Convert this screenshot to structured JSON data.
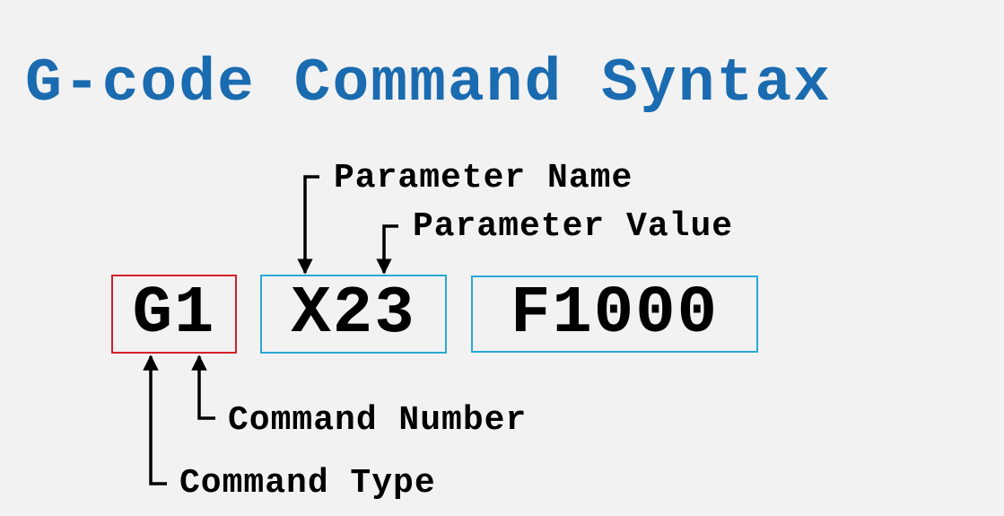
{
  "title": "G-code Command Syntax",
  "colors": {
    "title": "#1a6bb0",
    "command_box_border": "#d42027",
    "parameter_box_border": "#29a8d8",
    "background": "#f2f2f2",
    "text": "#000000"
  },
  "segments": [
    {
      "text": "G1",
      "role": "command",
      "border": "red"
    },
    {
      "text": "X23",
      "role": "parameter",
      "border": "blue"
    },
    {
      "text": "F1000",
      "role": "parameter",
      "border": "blue"
    }
  ],
  "annotations": {
    "parameter_name": "Parameter Name",
    "parameter_value": "Parameter Value",
    "command_number": "Command Number",
    "command_type": "Command Type"
  }
}
